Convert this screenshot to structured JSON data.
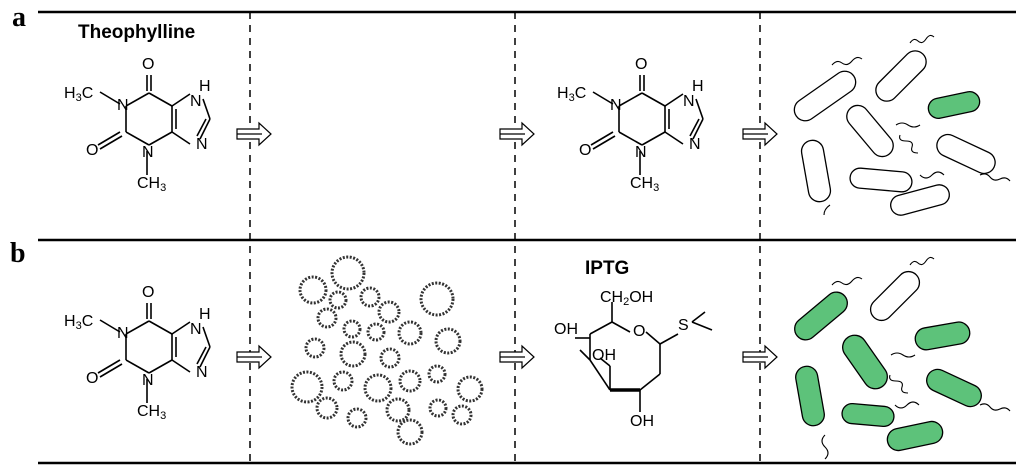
{
  "panels": [
    {
      "letter": "a",
      "title": "Theophylline"
    },
    {
      "letter": "b",
      "title": "IPTG"
    }
  ],
  "theophylline_atoms": {
    "o_top": "O",
    "nh": "H",
    "n_nh": "N",
    "n1": "N",
    "n_right": "N",
    "n3": "N",
    "o_left": "O",
    "h3c": "H",
    "h3c_3": "C",
    "ch3_c": "CH",
    "ch3_sub": "3",
    "h3c_sub": "3"
  },
  "iptg_atoms": {
    "ch2oh_c": "CH",
    "ch2oh_sub": "2",
    "ch2oh_oh": "OH",
    "ring_o": "O",
    "s": "S",
    "oh_left": "OH",
    "oh_mid": "OH",
    "oh_bottom": "OH"
  },
  "colors": {
    "line": "#000000",
    "green_cell": "#5dc27a",
    "white_cell": "#ffffff"
  }
}
